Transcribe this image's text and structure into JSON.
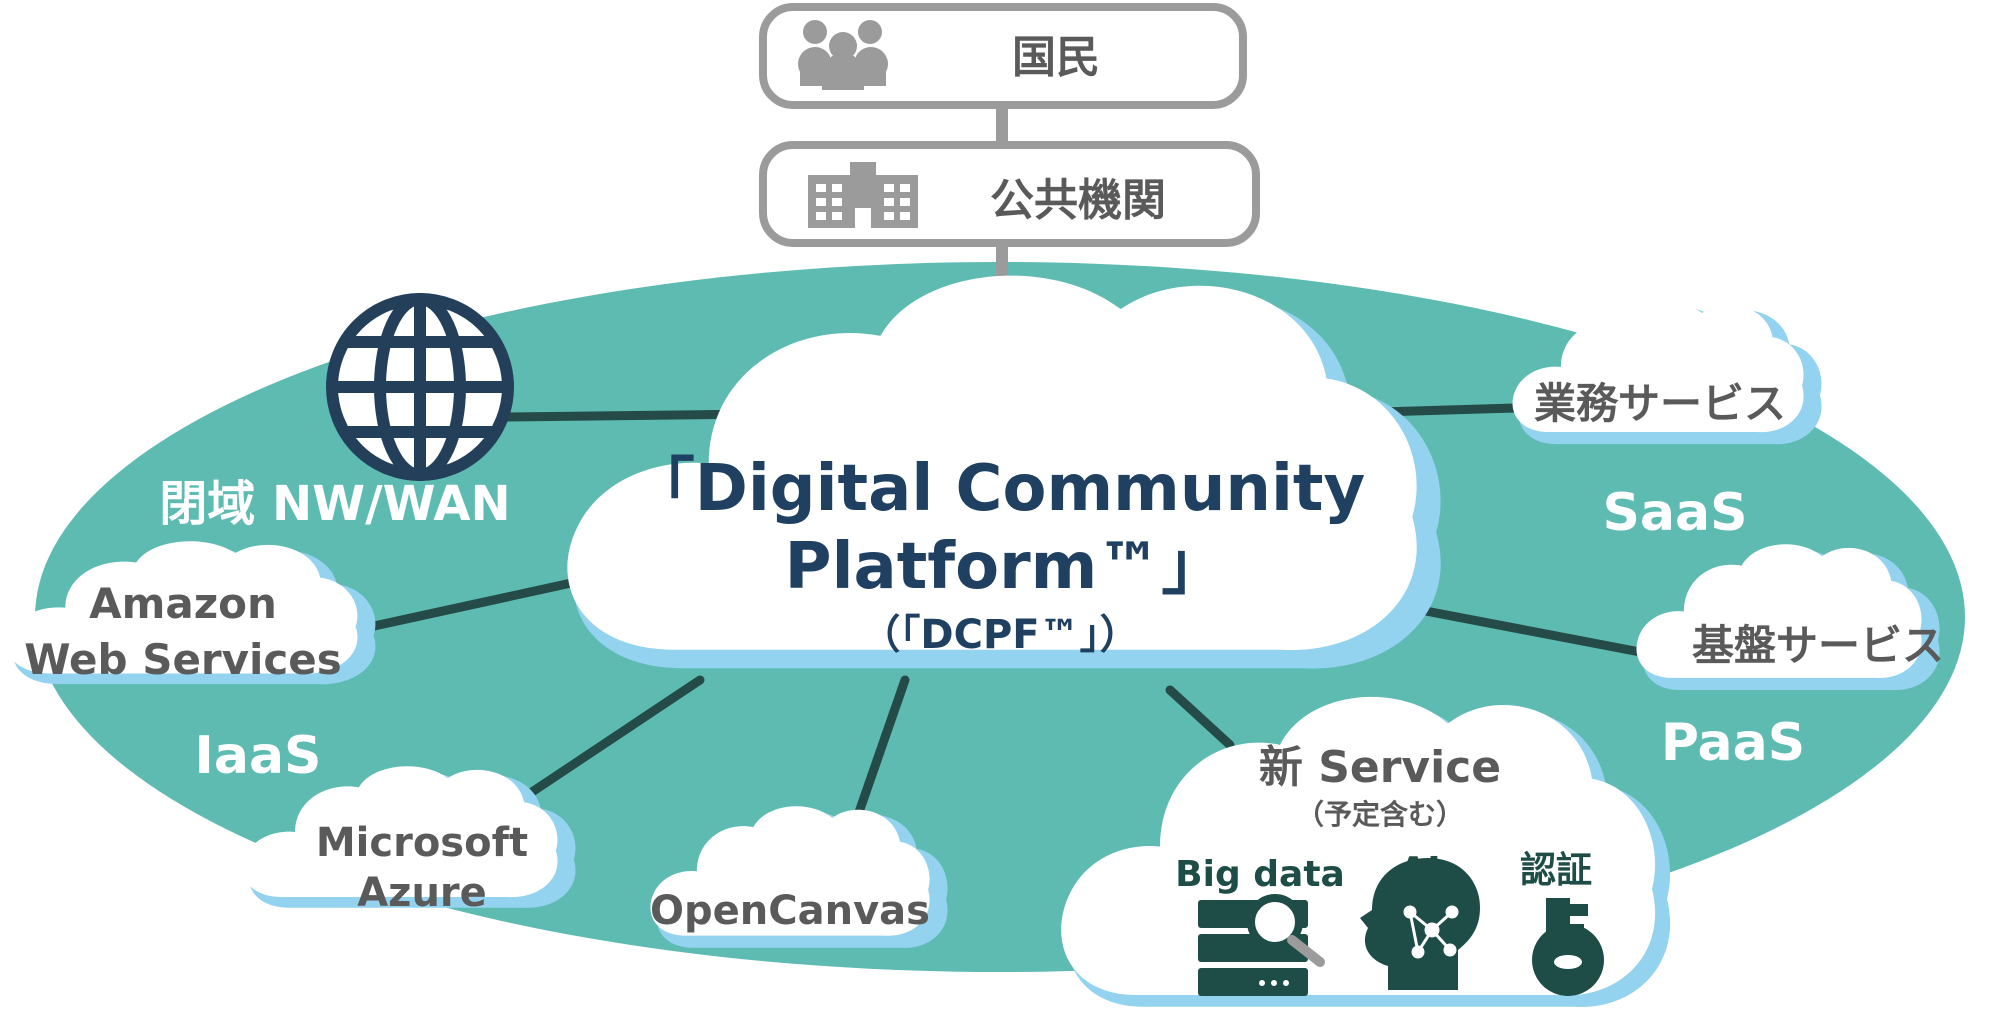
{
  "top": {
    "citizens_label": "国民",
    "public_agencies_label": "公共機関"
  },
  "center": {
    "title_line1": "「Digital Community",
    "title_line2": "Platform™」",
    "subtitle": "（「DCPF™」）"
  },
  "network": {
    "label": "閉域 NW/WAN"
  },
  "iaas": {
    "label": "IaaS",
    "aws_line1": "Amazon",
    "aws_line2": "Web Services",
    "azure_line1": "Microsoft",
    "azure_line2": "Azure"
  },
  "opencanvas": {
    "label": "OpenCanvas"
  },
  "saas": {
    "label": "SaaS",
    "business_services": "業務サービス"
  },
  "paas": {
    "label": "PaaS",
    "base_services": "基盤サービス"
  },
  "new_service": {
    "title": "新 Service",
    "note": "（予定含む）",
    "big_data": "Big data",
    "ai": "AI",
    "auth": "認証"
  },
  "colors": {
    "ellipse": "#5dbbb2",
    "cloud_edge": "#93d3ef",
    "line": "#244b48",
    "box_border": "#9b9b9b",
    "icon_gray": "#9b9b9b",
    "globe": "#233f5a",
    "title_navy": "#1f4060",
    "dark_teal": "#1e4d47"
  }
}
